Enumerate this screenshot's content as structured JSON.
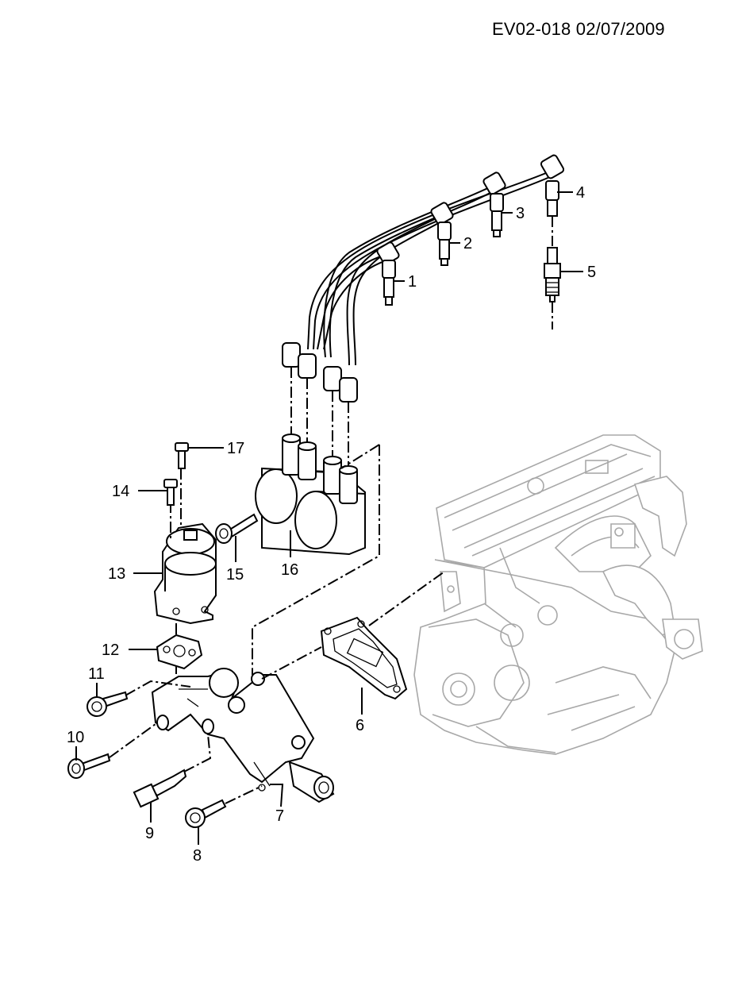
{
  "document": {
    "id_label": "EV02-018 02/07/2009"
  },
  "callouts": [
    {
      "number": "1"
    },
    {
      "number": "2"
    },
    {
      "number": "3"
    },
    {
      "number": "4"
    },
    {
      "number": "5"
    },
    {
      "number": "6"
    },
    {
      "number": "7"
    },
    {
      "number": "8"
    },
    {
      "number": "9"
    },
    {
      "number": "10"
    },
    {
      "number": "11"
    },
    {
      "number": "12"
    },
    {
      "number": "13"
    },
    {
      "number": "14"
    },
    {
      "number": "15"
    },
    {
      "number": "16"
    },
    {
      "number": "17"
    }
  ],
  "colors": {
    "line": "#000000",
    "engine_outline": "#a8a8a8",
    "background": "#ffffff"
  }
}
